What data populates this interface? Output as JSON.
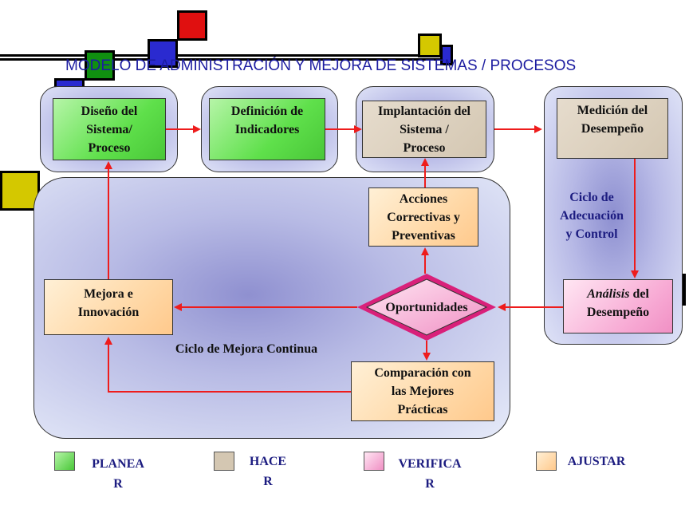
{
  "title": "MODELO DE ADMINISTRACIÓN Y MEJORA DE SISTEMAS / PROCESOS",
  "boxes": {
    "diseno": [
      "Diseño del",
      "Sistema/",
      "Proceso"
    ],
    "definicion": [
      "Definición de",
      "Indicadores"
    ],
    "implantacion": [
      "Implantación del",
      "Sistema /",
      "Proceso"
    ],
    "medicion": [
      "Medición del",
      "Desempeño"
    ],
    "acciones": [
      "Acciones",
      "Correctivas y",
      "Preventivas"
    ],
    "mejora": [
      "Mejora e",
      "Innovación"
    ],
    "oportunidades": "Oportunidades",
    "analisis_italic": "Análisis",
    "analisis_rest": " del",
    "analisis_line2": "Desempeño",
    "comparacion": [
      "Comparación con",
      "las Mejores",
      "Prácticas"
    ]
  },
  "labels": {
    "ciclo_adecuacion": [
      "Ciclo de",
      "Adecuación",
      "y Control"
    ],
    "ciclo_mejora": "Ciclo de Mejora Continua"
  },
  "legend": [
    {
      "label_l1": "PLANEA",
      "label_l2": "R",
      "color": "#5fe04b"
    },
    {
      "label_l1": "HACE",
      "label_l2": "R",
      "color": "#d4c7b2"
    },
    {
      "label_l1": "VERIFICA",
      "label_l2": "R",
      "color": "#f7a8d3"
    },
    {
      "label_l1": "AJUSTAR",
      "label_l2": "",
      "color": "#ffd9a8"
    }
  ],
  "colors": {
    "arrow": "#ee1c1c",
    "text_blue": "#1c1c80",
    "square_red": "#e01010",
    "square_blue": "#2a2ad0",
    "square_green": "#109010",
    "square_yellow": "#d4c800"
  }
}
